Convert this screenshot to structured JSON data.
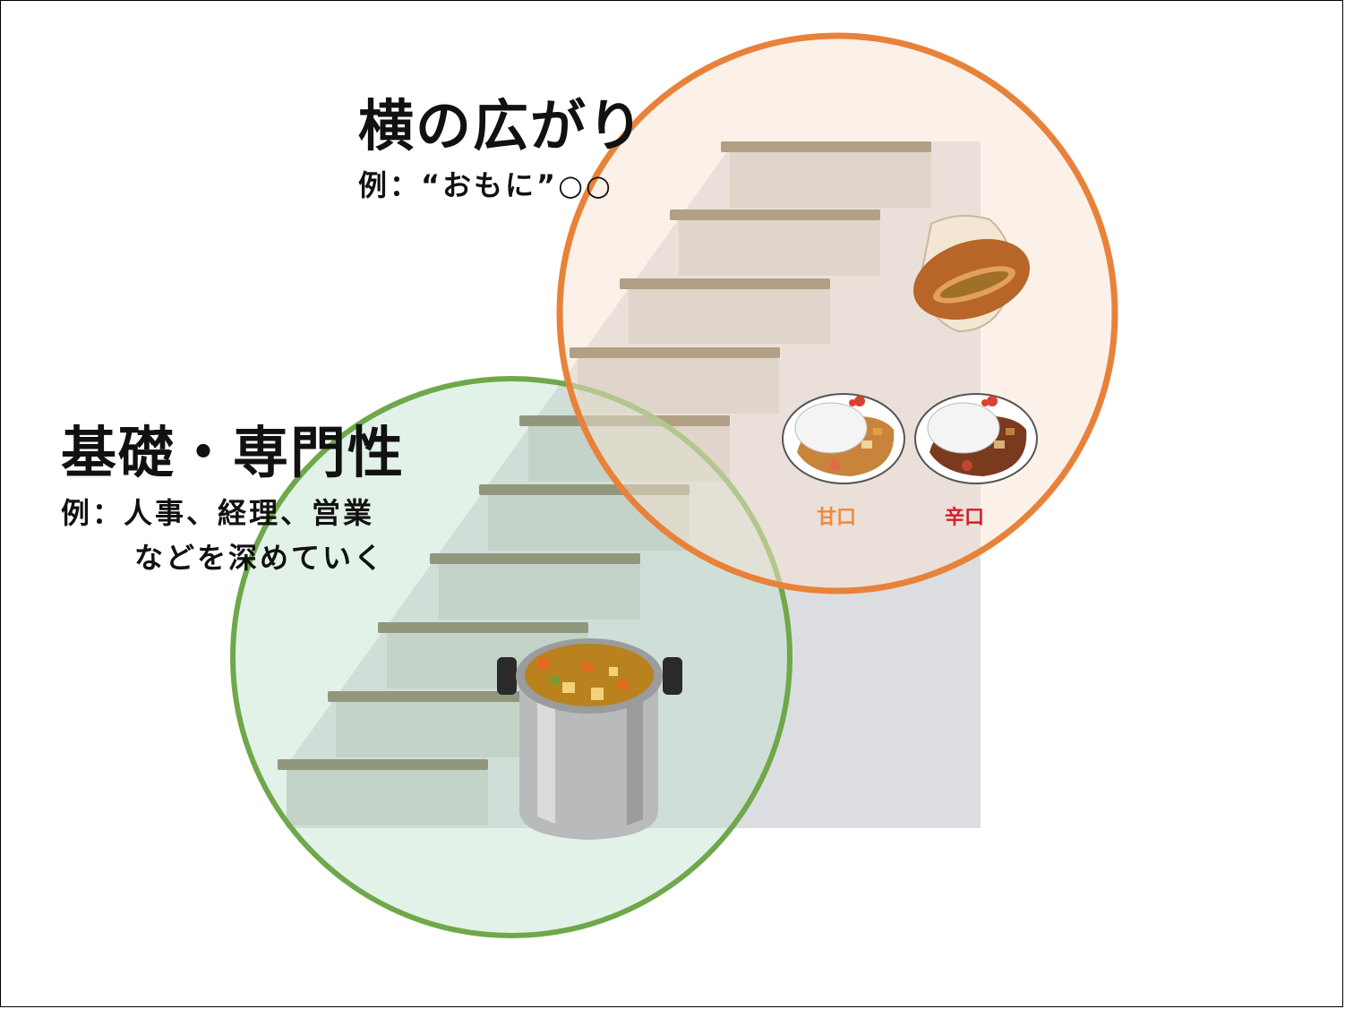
{
  "horizontal": {
    "title": "横の広がり",
    "example": "例：“おもに”○○"
  },
  "foundation": {
    "title": "基礎・専門性",
    "example_line1": "例：人事、経理、営業",
    "example_line2": "などを深めていく"
  },
  "curry": {
    "mild_label": "甘口",
    "hot_label": "辛口"
  },
  "colors": {
    "horizontal_circle": "#e8823a",
    "foundation_circle": "#6fa84a",
    "mild_label": "#f08a3c",
    "hot_label": "#d0202a",
    "stair_tread": "#6b5a3a",
    "stair_riser": "#c8c4c0"
  }
}
